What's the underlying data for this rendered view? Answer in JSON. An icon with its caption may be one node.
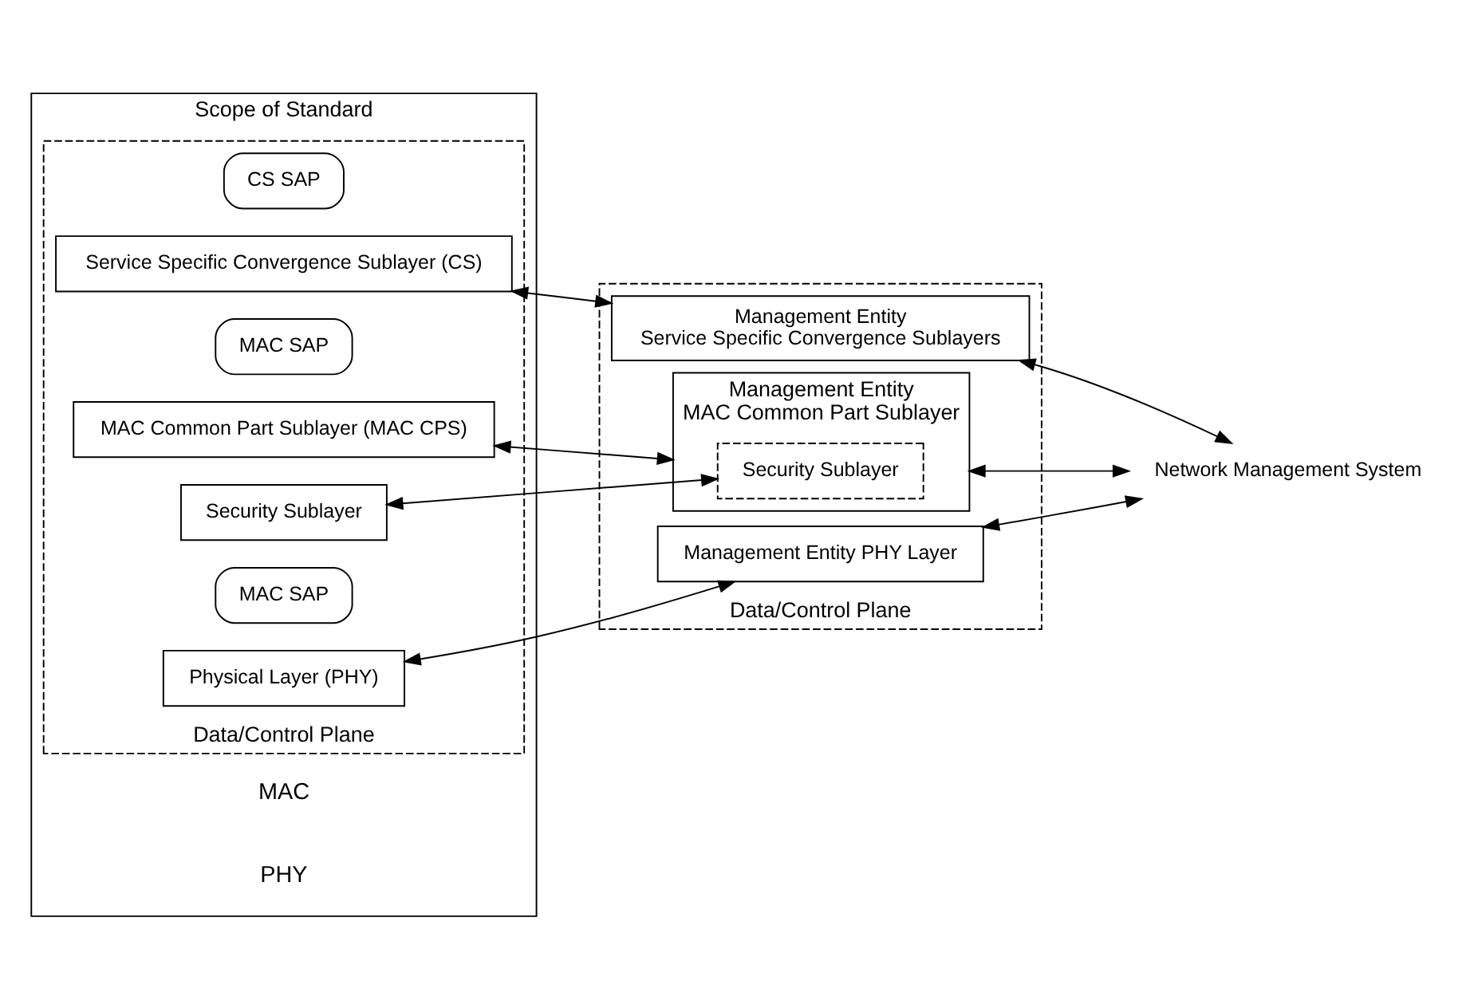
{
  "diagram": {
    "nodes": [
      {
        "text": [
          "Scope of Standard"
        ]
      },
      {
        "text": [
          "Data/Control Plane"
        ],
        "in": 0
      },
      {
        "text": [
          "CS SAP"
        ],
        "in": 1
      },
      {
        "text": [
          "Service Specific Convergence Sublayer (CS)"
        ],
        "in": 1
      },
      {
        "text": [
          "MAC SAP"
        ],
        "in": 1
      },
      {
        "text": [
          "MAC Common Part Sublayer (MAC CPS)"
        ],
        "in": 1
      },
      {
        "text": [
          "Security Sublayer"
        ],
        "in": 1
      },
      {
        "text": [
          "MAC SAP"
        ],
        "in": 1
      },
      {
        "text": [
          "Physical Layer (PHY)"
        ],
        "in": 1
      },
      {
        "text": [
          "Data/Control Plane"
        ]
      },
      {
        "text": [
          "Management Entity",
          "Service Specific Convergence Sublayers"
        ],
        "in": 9
      },
      {
        "text": [
          "Management Entity",
          "MAC Common Part Sublayer"
        ],
        "in": 9
      },
      {
        "text": [
          "Security Sublayer"
        ],
        "in": 11
      },
      {
        "text": [
          "Management Entity PHY Layer"
        ],
        "in": 9
      },
      {
        "text": [
          "Network Management System"
        ]
      }
    ],
    "edges": [
      {
        "from": 3,
        "to": 10,
        "arrow": "both"
      },
      {
        "from": 5,
        "to": 11,
        "arrow": "both"
      },
      {
        "from": 6,
        "to": 12,
        "arrow": "both"
      },
      {
        "from": 8,
        "to": 13,
        "arrow": "both"
      },
      {
        "from": 10,
        "to": 14,
        "arrow": "both"
      },
      {
        "from": 11,
        "to": 14,
        "arrow": "both"
      },
      {
        "from": 13,
        "to": 14,
        "arrow": "both"
      }
    ],
    "labels": [
      "MAC",
      "PHY"
    ]
  }
}
